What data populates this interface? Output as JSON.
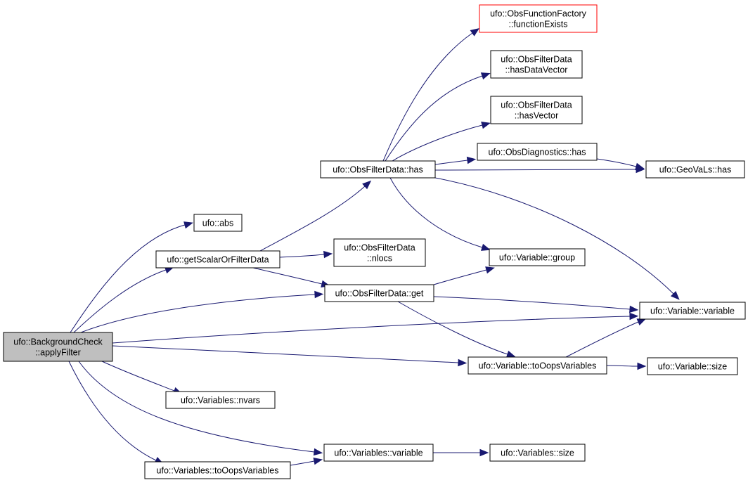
{
  "colors": {
    "edge": "#191970",
    "node_border": "#000000",
    "incomplete_border": "#ff0000",
    "root_fill": "#bfbfbf",
    "node_fill": "#ffffff"
  },
  "nodes": {
    "apply_filter": {
      "lines": [
        "ufo::BackgroundCheck",
        "::applyFilter"
      ],
      "root": true
    },
    "abs": {
      "lines": [
        "ufo::abs"
      ]
    },
    "get_scalar": {
      "lines": [
        "ufo::getScalarOrFilterData"
      ]
    },
    "nlocs": {
      "lines": [
        "ufo::ObsFilterData",
        "::nlocs"
      ]
    },
    "ofd_get": {
      "lines": [
        "ufo::ObsFilterData::get"
      ]
    },
    "ofd_has": {
      "lines": [
        "ufo::ObsFilterData::has"
      ]
    },
    "function_exists": {
      "lines": [
        "ufo::ObsFunctionFactory",
        "::functionExists"
      ],
      "incomplete": true
    },
    "has_data_vector": {
      "lines": [
        "ufo::ObsFilterData",
        "::hasDataVector"
      ]
    },
    "has_vector": {
      "lines": [
        "ufo::ObsFilterData",
        "::hasVector"
      ]
    },
    "obsdiag_has": {
      "lines": [
        "ufo::ObsDiagnostics::has"
      ]
    },
    "geovals_has": {
      "lines": [
        "ufo::GeoVaLs::has"
      ]
    },
    "var_group": {
      "lines": [
        "ufo::Variable::group"
      ]
    },
    "var_variable": {
      "lines": [
        "ufo::Variable::variable"
      ]
    },
    "var_to_oops": {
      "lines": [
        "ufo::Variable::toOopsVariables"
      ]
    },
    "var_size": {
      "lines": [
        "ufo::Variable::size"
      ]
    },
    "vars_nvars": {
      "lines": [
        "ufo::Variables::nvars"
      ]
    },
    "vars_variable": {
      "lines": [
        "ufo::Variables::variable"
      ]
    },
    "vars_to_oops": {
      "lines": [
        "ufo::Variables::toOopsVariables"
      ]
    },
    "vars_size": {
      "lines": [
        "ufo::Variables::size"
      ]
    }
  },
  "edges": [
    [
      "apply_filter",
      "abs"
    ],
    [
      "apply_filter",
      "get_scalar"
    ],
    [
      "apply_filter",
      "ofd_get"
    ],
    [
      "apply_filter",
      "var_variable"
    ],
    [
      "apply_filter",
      "var_to_oops"
    ],
    [
      "apply_filter",
      "vars_nvars"
    ],
    [
      "apply_filter",
      "vars_variable"
    ],
    [
      "apply_filter",
      "vars_to_oops"
    ],
    [
      "get_scalar",
      "ofd_has"
    ],
    [
      "get_scalar",
      "nlocs"
    ],
    [
      "get_scalar",
      "ofd_get"
    ],
    [
      "ofd_has",
      "function_exists"
    ],
    [
      "ofd_has",
      "has_data_vector"
    ],
    [
      "ofd_has",
      "has_vector"
    ],
    [
      "ofd_has",
      "obsdiag_has"
    ],
    [
      "ofd_has",
      "geovals_has"
    ],
    [
      "ofd_has",
      "var_group"
    ],
    [
      "ofd_has",
      "var_variable"
    ],
    [
      "obsdiag_has",
      "geovals_has"
    ],
    [
      "ofd_get",
      "var_group"
    ],
    [
      "ofd_get",
      "var_variable"
    ],
    [
      "ofd_get",
      "var_to_oops"
    ],
    [
      "var_to_oops",
      "var_variable"
    ],
    [
      "var_to_oops",
      "var_size"
    ],
    [
      "vars_to_oops",
      "vars_variable"
    ],
    [
      "vars_variable",
      "vars_size"
    ]
  ]
}
